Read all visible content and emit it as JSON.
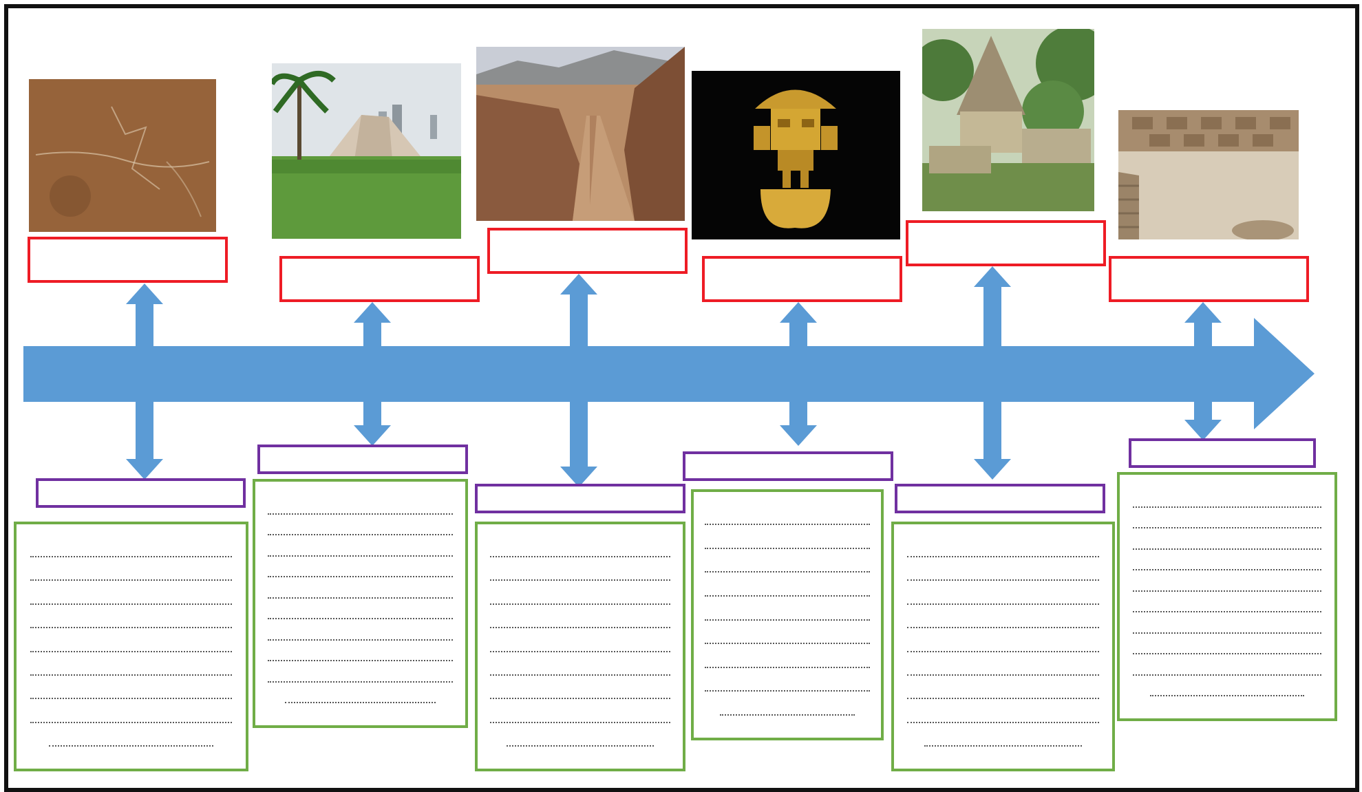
{
  "colors": {
    "timeline": "#5b9bd5",
    "title_box_border": "#ee1c25",
    "date_box_border": "#7030a0",
    "text_box_border": "#70ad47",
    "frame": "#111111"
  },
  "periods": [
    {
      "image": "petroglyph-rock-art",
      "title": "",
      "date": "",
      "text_lines": 9
    },
    {
      "image": "adobe-pyramid-huaca",
      "title": "",
      "date": "",
      "text_lines": 10
    },
    {
      "image": "stone-walled-ruins-corridor",
      "title": "",
      "date": "",
      "text_lines": 9
    },
    {
      "image": "gold-tumi-ceremonial-knife",
      "title": "",
      "date": "",
      "text_lines": 9
    },
    {
      "image": "round-stone-house-thatched-roof",
      "title": "",
      "date": "",
      "text_lines": 9
    },
    {
      "image": "adobe-wall-friezes-courtyard",
      "title": "",
      "date": "",
      "text_lines": 10
    }
  ]
}
